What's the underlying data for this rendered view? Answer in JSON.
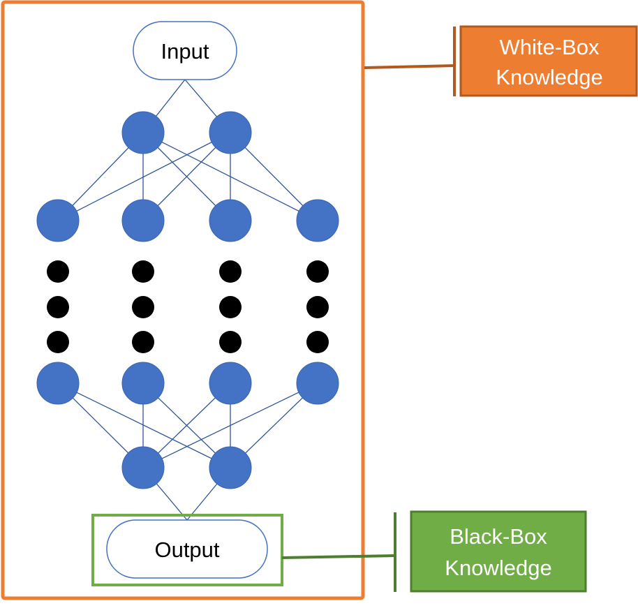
{
  "nodes": {
    "input_label": "Input",
    "output_label": "Output"
  },
  "callouts": {
    "white_box": {
      "line1": "White-Box",
      "line2": "Knowledge"
    },
    "black_box": {
      "line1": "Black-Box",
      "line2": "Knowledge"
    }
  },
  "colors": {
    "white_box_orange": "#ed7d31",
    "white_box_connector": "#b05a1f",
    "black_box_green": "#70ad47",
    "black_box_connector": "#4e7f2e",
    "neuron_fill": "#4472c4",
    "neuron_stroke": "#3a64b0",
    "edge": "#2f5597",
    "ellipsis_dot": "#000000"
  },
  "network": {
    "hidden_layers": [
      2,
      4,
      4,
      2
    ],
    "ellipsis_dots_per_column": 3
  }
}
